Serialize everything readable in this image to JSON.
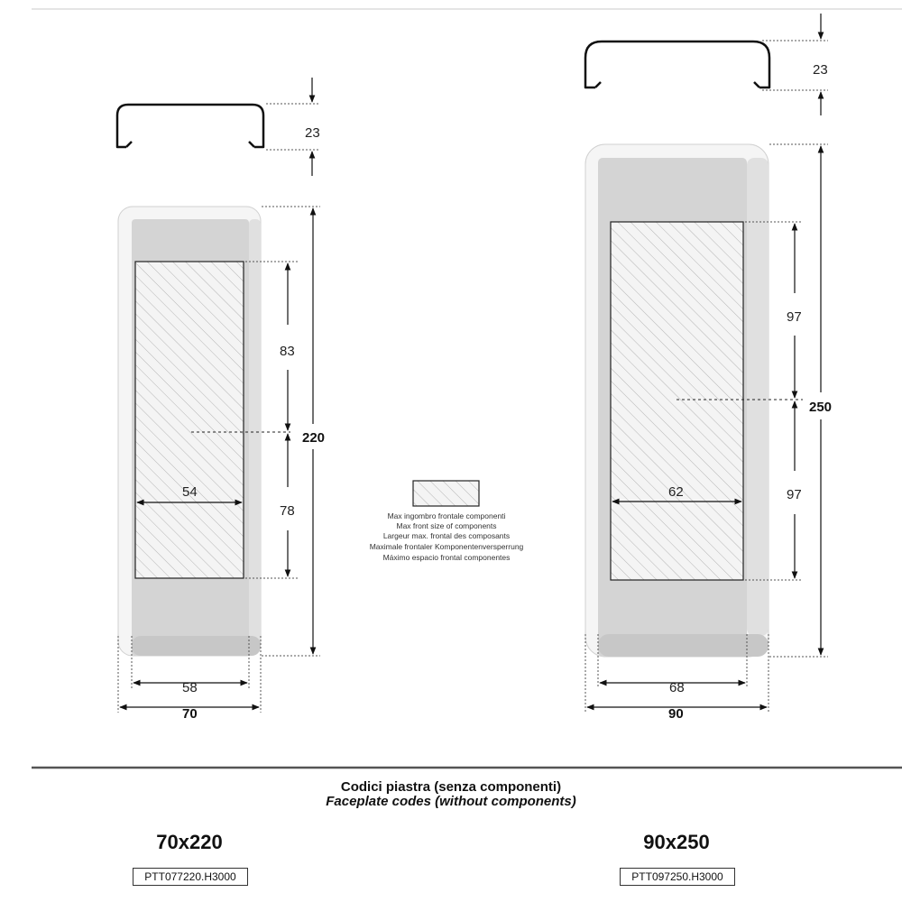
{
  "left_model": {
    "profile_depth": "23",
    "height_total": "220",
    "height_upper": "83",
    "height_lower": "78",
    "component_width": "54",
    "inner_width": "58",
    "width_total": "70"
  },
  "right_model": {
    "profile_depth": "23",
    "height_total": "250",
    "height_upper": "97",
    "height_lower": "97",
    "component_width": "62",
    "inner_width": "68",
    "width_total": "90"
  },
  "legend": {
    "lines": [
      "Max ingombro frontale componenti",
      "Max front size of components",
      "Largeur max. frontal des composants",
      "Maximale frontaler Komponentenversperrung",
      "Máximo espacio frontal componentes"
    ]
  },
  "footer": {
    "title_it": "Codici piastra (senza componenti)",
    "title_en": "Faceplate codes (without components)",
    "left_size": "70x220",
    "left_code": "PTT077220.H3000",
    "right_size": "90x250",
    "right_code": "PTT097250.H3000"
  }
}
